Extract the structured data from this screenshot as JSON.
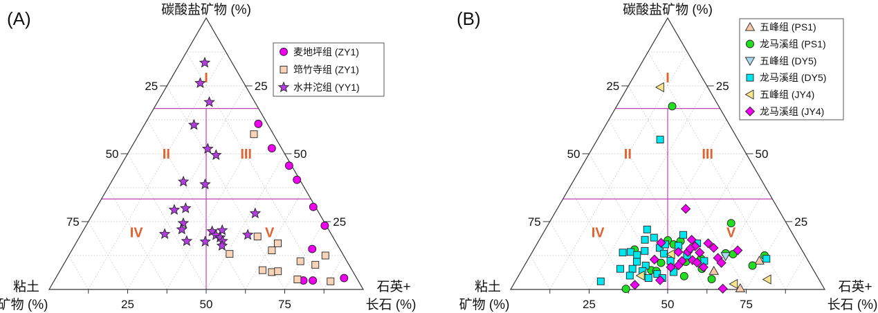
{
  "chart_data": [
    {
      "type": "scatter",
      "subtype": "ternary",
      "panel_label": "(A)",
      "axes": {
        "top": "碳酸盐矿物 (%)",
        "left_line1": "粘土",
        "left_line2": "矿物 (%)",
        "right_line1": "石英+",
        "right_line2": "长石 (%)"
      },
      "ticks": {
        "left": [
          {
            "carbonate": 75,
            "label": "25"
          },
          {
            "carbonate": 50,
            "label": "50"
          },
          {
            "carbonate": 25,
            "label": "75"
          }
        ],
        "right": [
          {
            "carbonate": 75,
            "label": "25"
          },
          {
            "carbonate": 50,
            "label": "50"
          },
          {
            "carbonate": 25,
            "label": "25"
          }
        ],
        "bottom": [
          {
            "value": 25,
            "label": "25"
          },
          {
            "value": 50,
            "label": "50"
          },
          {
            "value": 75,
            "label": "75"
          }
        ]
      },
      "grid_step": 12.5,
      "zones": [
        "I",
        "II",
        "III",
        "IV",
        "V"
      ],
      "zone_boundaries": {
        "carbonate_lines": [
          66.67,
          33.33
        ],
        "vertical_split": 50
      },
      "legend_position": "top-right",
      "point_format": [
        "carbonate",
        "quartz_feldspar"
      ],
      "series": [
        {
          "name": "麦地坪组 (ZY1)",
          "marker": "circle",
          "color": "#ee00ee",
          "points": [
            [
              61.0,
              36.1
            ],
            [
              52.0,
              44.9
            ],
            [
              45.6,
              53.6
            ],
            [
              40.4,
              58.7
            ],
            [
              30.4,
              68.9
            ],
            [
              23.5,
              76.0
            ],
            [
              14.9,
              76.3
            ],
            [
              3.3,
              79.3
            ],
            [
              3.3,
              82.3
            ],
            [
              4.2,
              91.8
            ]
          ]
        },
        {
          "name": "筇竹寺组 (ZY1)",
          "marker": "square",
          "color": "#f8d3b8",
          "points": [
            [
              57.2,
              36.6
            ],
            [
              19.5,
              56.6
            ],
            [
              17.0,
              64.3
            ],
            [
              14.4,
              63.7
            ],
            [
              13.1,
              50.9
            ],
            [
              12.5,
              81.7
            ],
            [
              10.4,
              74.8
            ],
            [
              9.1,
              80.2
            ],
            [
              7.1,
              64.4
            ],
            [
              6.4,
              67.7
            ],
            [
              6.7,
              69.5
            ],
            [
              3.7,
              77.2
            ],
            [
              3.0,
              88.1
            ]
          ]
        },
        {
          "name": "水井沱组 (YY1)",
          "marker": "star",
          "color": "#b23ee0",
          "points": [
            [
              83.5,
              7.8
            ],
            [
              76.0,
              10.1
            ],
            [
              69.0,
              16.5
            ],
            [
              60.6,
              15.8
            ],
            [
              51.8,
              24.6
            ],
            [
              49.5,
              28.4
            ],
            [
              39.7,
              22.9
            ],
            [
              38.7,
              30.3
            ],
            [
              29.3,
              25.2
            ],
            [
              29.9,
              28.5
            ],
            [
              28.0,
              51.6
            ],
            [
              24.4,
              30.5
            ],
            [
              22.1,
              31.2
            ],
            [
              20.4,
              26.6
            ],
            [
              17.8,
              34.9
            ],
            [
              17.6,
              40.9
            ],
            [
              21.4,
              41.2
            ],
            [
              21.8,
              44.2
            ],
            [
              20.0,
              43.1
            ],
            [
              19.1,
              44.9
            ],
            [
              17.8,
              46.3
            ],
            [
              16.1,
              47.0
            ],
            [
              20.1,
              53.2
            ]
          ]
        }
      ]
    },
    {
      "type": "scatter",
      "subtype": "ternary",
      "panel_label": "(B)",
      "axes": {
        "top": "碳酸盐矿物 (%)",
        "left_line1": "粘土",
        "left_line2": "矿物 (%)",
        "right_line1": "石英+",
        "right_line2": "长石 (%)"
      },
      "ticks": {
        "left": [
          {
            "carbonate": 75,
            "label": "25"
          },
          {
            "carbonate": 50,
            "label": "50"
          },
          {
            "carbonate": 25,
            "label": "75"
          }
        ],
        "right": [
          {
            "carbonate": 75,
            "label": "25"
          },
          {
            "carbonate": 50,
            "label": "50"
          },
          {
            "carbonate": 25,
            "label": "25"
          }
        ],
        "bottom": [
          {
            "value": 25,
            "label": "25"
          },
          {
            "value": 50,
            "label": "50"
          },
          {
            "value": 75,
            "label": "75"
          }
        ]
      },
      "grid_step": 12.5,
      "zones": [
        "I",
        "II",
        "III",
        "IV",
        "V"
      ],
      "zone_boundaries": {
        "carbonate_lines": [
          66.67,
          33.33
        ],
        "vertical_split": 50
      },
      "legend_position": "top-right",
      "point_format": [
        "carbonate",
        "quartz_feldspar"
      ],
      "series": [
        {
          "name": "五峰组 (PS1)",
          "marker": "triangle-up",
          "color": "#f5c9a8",
          "points": [
            [
              6.8,
              61.3
            ],
            [
              10.6,
              73.9
            ],
            [
              0.4,
              72.9
            ]
          ]
        },
        {
          "name": "龙马溪组 (PS1)",
          "marker": "circle",
          "color": "#22dd22",
          "points": [
            [
              67.5,
              17.7
            ],
            [
              24.4,
              58.0
            ],
            [
              14.7,
              32.1
            ],
            [
              0.2,
              36.6
            ],
            [
              4.9,
              52.8
            ],
            [
              3.8,
              62.1
            ],
            [
              13.0,
              64.3
            ],
            [
              8.8,
              72.6
            ],
            [
              12.5,
              74.6
            ],
            [
              13.3,
              61.8
            ],
            [
              7.1,
              41.2
            ],
            [
              6.8,
              43.0
            ],
            [
              18.1,
              41.0
            ],
            [
              17.8,
              45.2
            ],
            [
              10.2,
              50.7
            ],
            [
              7.6,
              57.1
            ],
            [
              9.8,
              43.0
            ],
            [
              16.6,
              43.6
            ],
            [
              11.3,
              55.0
            ]
          ]
        },
        {
          "name": "五峰组 (DY5)",
          "marker": "triangle-down",
          "color": "#a9d8ee",
          "points": [
            [
              12.3,
              62.3
            ]
          ]
        },
        {
          "name": "龙马溪组 (DY5)",
          "marker": "square",
          "color": "#00e6ee",
          "points": [
            [
              55.2,
              20.0
            ],
            [
              22.1,
              32.4
            ],
            [
              19.1,
              36.1
            ],
            [
              18.3,
              33.6
            ],
            [
              20.1,
              44.9
            ],
            [
              13.6,
              28.9
            ],
            [
              13.8,
              31.3
            ],
            [
              14.2,
              35.6
            ],
            [
              12.7,
              33.9
            ],
            [
              10.2,
              35.1
            ],
            [
              8.8,
              38.6
            ],
            [
              7.6,
              31.1
            ],
            [
              7.6,
              35.0
            ],
            [
              6.8,
              38.6
            ],
            [
              5.1,
              35.4
            ],
            [
              4.2,
              41.8
            ],
            [
              5.7,
              43.8
            ],
            [
              4.2,
              46.2
            ],
            [
              3.0,
              27.2
            ],
            [
              15.3,
              39.8
            ],
            [
              13.2,
              42.2
            ],
            [
              16.1,
              45.4
            ],
            [
              17.0,
              50.9
            ],
            [
              6.4,
              48.7
            ],
            [
              10.6,
              45.6
            ],
            [
              10.5,
              56.4
            ],
            [
              11.3,
              75.8
            ],
            [
              12.5,
              49.9
            ],
            [
              16.6,
              40.9
            ]
          ]
        },
        {
          "name": "五峰组 (JY4)",
          "marker": "triangle-left",
          "color": "#fbe68c",
          "points": [
            [
              74.5,
              10.4
            ],
            [
              5.1,
              38.9
            ],
            [
              13.0,
              44.6
            ],
            [
              2.0,
              70.1
            ],
            [
              3.7,
              79.9
            ]
          ]
        },
        {
          "name": "龙马溪组 (JY4)",
          "marker": "diamond",
          "color": "#ee00ee",
          "points": [
            [
              29.7,
              40.9
            ],
            [
              17.2,
              39.3
            ],
            [
              18.3,
              48.5
            ],
            [
              15.9,
              50.8
            ],
            [
              17.0,
              54.4
            ],
            [
              15.3,
              57.0
            ],
            [
              14.4,
              65.1
            ],
            [
              13.8,
              46.5
            ],
            [
              13.8,
              49.5
            ],
            [
              13.6,
              53.4
            ],
            [
              15.0,
              49.7
            ],
            [
              11.0,
              40.3
            ],
            [
              10.5,
              49.3
            ],
            [
              10.8,
              52.5
            ],
            [
              9.9,
              54.4
            ],
            [
              11.6,
              60.2
            ],
            [
              9.8,
              62.2
            ],
            [
              8.2,
              46.9
            ],
            [
              8.9,
              49.0
            ],
            [
              8.2,
              57.3
            ],
            [
              1.7,
              38.7
            ],
            [
              3.4,
              45.9
            ],
            [
              0.3,
              67.4
            ]
          ]
        }
      ]
    }
  ]
}
